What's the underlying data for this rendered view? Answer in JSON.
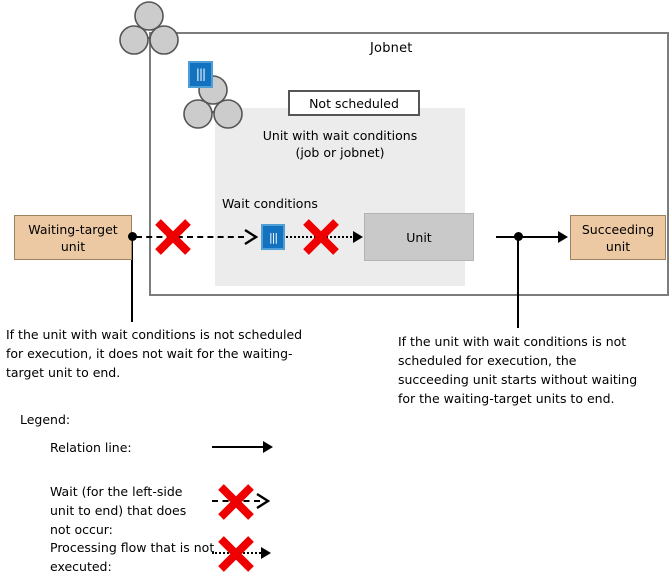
{
  "diagram": {
    "jobnet_label": "Jobnet",
    "not_scheduled_label": "Not scheduled",
    "unit_group_label": "Unit with wait conditions\n(job or jobnet)",
    "unit_group_label_line1": "Unit with wait conditions",
    "unit_group_label_line2": "(job or jobnet)",
    "wait_conditions_label": "Wait conditions",
    "waiting_target_unit_label": "Waiting-target unit",
    "waiting_target_unit_line1": "Waiting-target",
    "waiting_target_unit_line2": "unit",
    "succeeding_unit_label": "Succeeding unit",
    "succeeding_unit_line1": "Succeeding",
    "succeeding_unit_line2": "unit",
    "unit_label": "Unit",
    "wait_icon_glyph": "|||",
    "icons": {
      "jobnet_icon": "jobnet-icon",
      "wait_icon": "wait-condition-icon",
      "cross_icon": "red-cross-icon"
    }
  },
  "notes": {
    "left": "If the unit with wait conditions is not scheduled for execution, it does not wait for the waiting-target unit to end.",
    "right": "If the unit with wait conditions is not scheduled for execution, the succeeding unit starts without waiting for the waiting-target units to end."
  },
  "legend": {
    "title": "Legend:",
    "items": [
      {
        "label": "Relation line:",
        "symbol": "solid-arrow"
      },
      {
        "label": "Wait (for the left-side unit to end) that does not occur:",
        "symbol": "dashed-arrow-with-cross"
      },
      {
        "label": "Processing flow that is not executed:",
        "symbol": "dotted-arrow-with-cross"
      }
    ]
  },
  "colors": {
    "unit_box": "#edc9a3",
    "gray_unit": "#c9c9c9",
    "group_background": "#ececec",
    "wait_icon": "#1272bf",
    "cross": "#ee0000",
    "frame_border": "#7d7d7d"
  }
}
